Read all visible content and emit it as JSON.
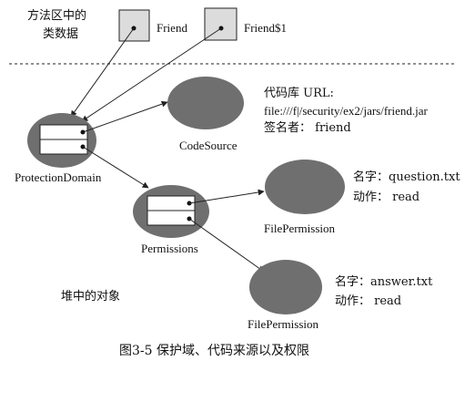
{
  "diagram": {
    "method_area_label_line1": "方法区中的",
    "method_area_label_line2": "类数据",
    "class_friend": "Friend",
    "class_friend_dollar1": "Friend$1",
    "protection_domain_label": "ProtectionDomain",
    "code_source_label": "CodeSource",
    "code_source_url_line1": "代码库 URL:",
    "code_source_url_line2": "file:///f|/security/ex2/jars/friend.jar",
    "code_source_signer": "签名者：  friend",
    "permissions_label": "Permissions",
    "file_permission_1_label": "FilePermission",
    "file_permission_1_name": "名字：question.txt",
    "file_permission_1_action": "动作：  read",
    "file_permission_2_label": "FilePermission",
    "file_permission_2_name": "名字：answer.txt",
    "file_permission_2_action": "动作：  read",
    "heap_label": "堆中的对象",
    "caption": "图3-5   保护域、代码来源以及权限"
  },
  "colors": {
    "ellipse_fill": "#6f6f6f",
    "class_box_fill": "#dcdcdc",
    "line": "#222222",
    "text": "#111111"
  }
}
